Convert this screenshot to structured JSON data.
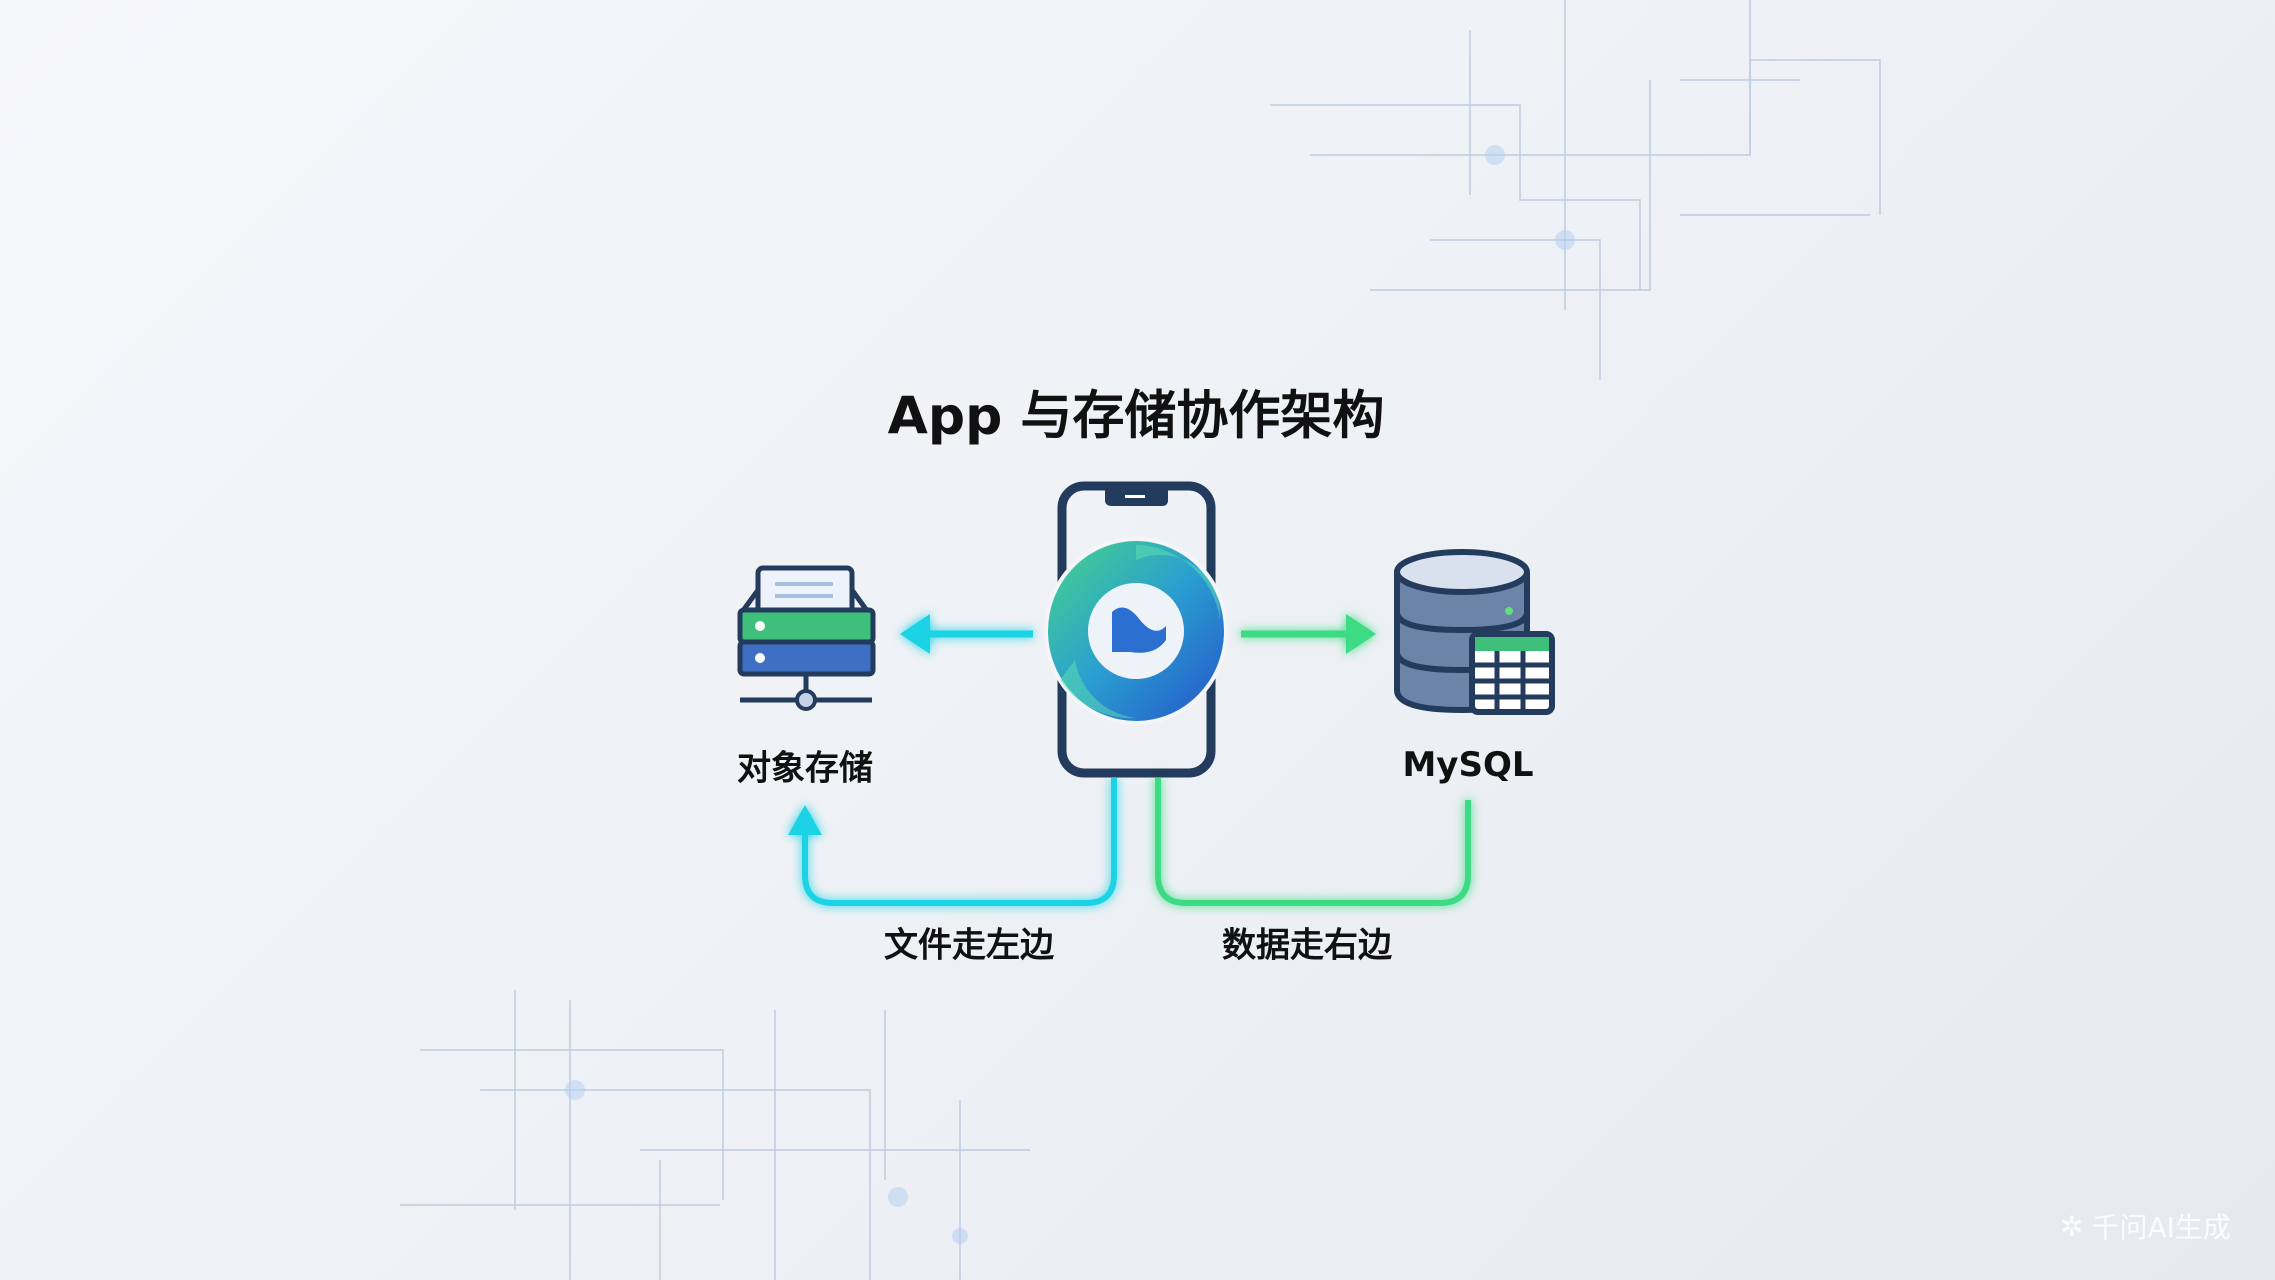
{
  "title": "App 与存储协作架构",
  "nodes": {
    "left": "对象存储",
    "right": "MySQL"
  },
  "flows": {
    "left": "文件走左边",
    "right": "数据走右边"
  },
  "watermark": "千问AI生成",
  "colors": {
    "cyan": "#1fd3e6",
    "green": "#3ddc84",
    "navy": "#233b5c"
  }
}
